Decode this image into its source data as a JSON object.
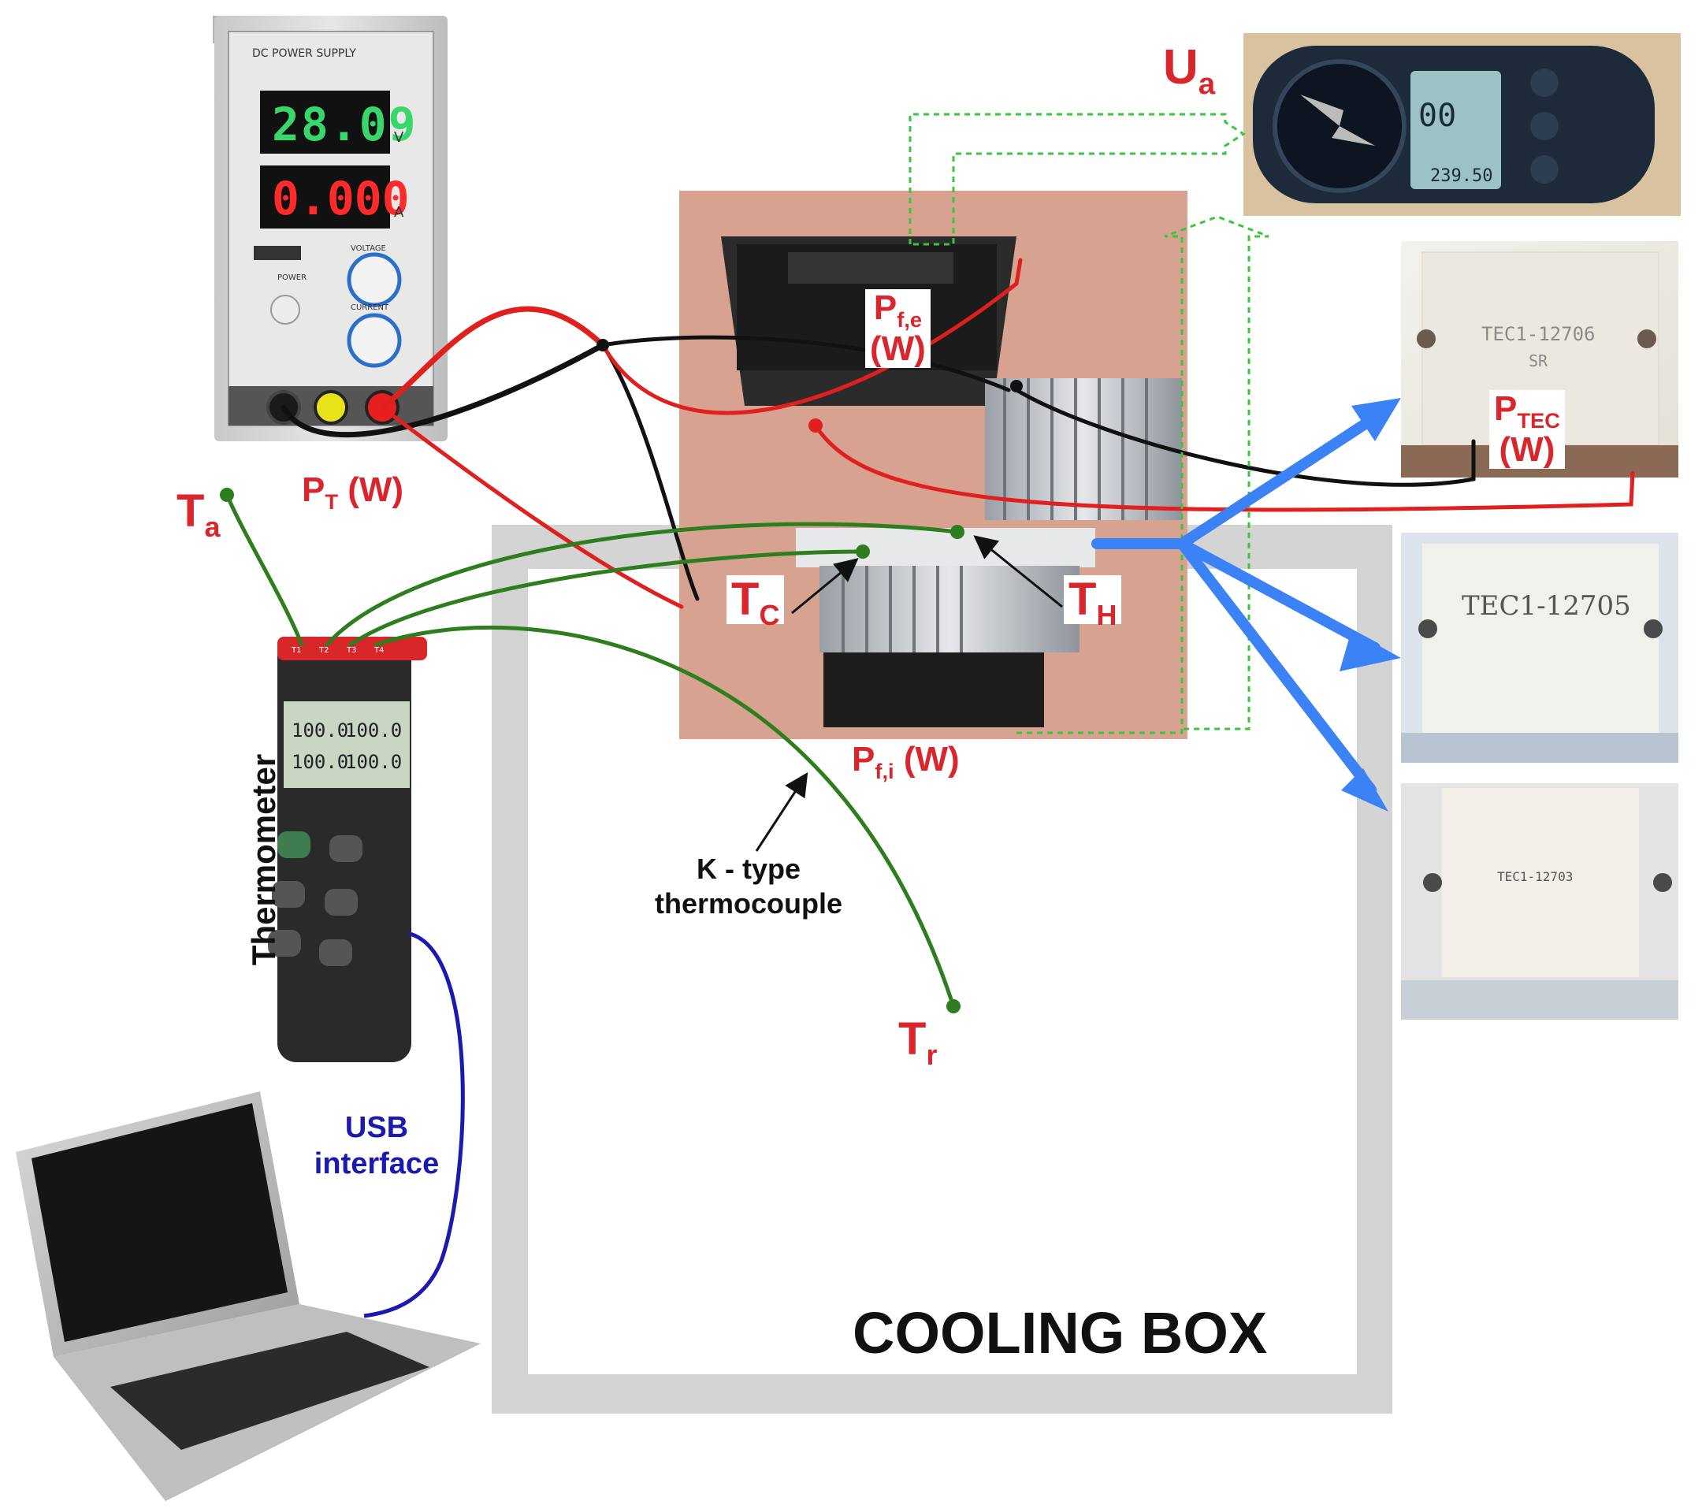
{
  "labels": {
    "ua": {
      "main": "U",
      "sub": "a"
    },
    "pfe": {
      "main": "P",
      "sub": "f,e",
      "unit": "(W)"
    },
    "ptec": {
      "main": "P",
      "sub": "TEC",
      "unit": "(W)"
    },
    "pt": {
      "main": "P",
      "sub": "T",
      "unit": " (W)"
    },
    "ta": {
      "main": "T",
      "sub": "a"
    },
    "tc": {
      "main": "T",
      "sub": "C"
    },
    "th": {
      "main": "T",
      "sub": "H"
    },
    "pfi": {
      "main": "P",
      "sub": "f,i",
      "unit": " (W)"
    },
    "tr": {
      "main": "T",
      "sub": "r"
    }
  },
  "annotations": {
    "thermocouple_line1": "K - type",
    "thermocouple_line2": "thermocouple",
    "thermometer": "Thermometer",
    "usb_line1": "USB",
    "usb_line2": "interface",
    "cooling_box": "COOLING BOX"
  },
  "power_supply": {
    "title": "DC POWER SUPPLY",
    "voltage_reading": "28.09",
    "voltage_unit": "V",
    "current_reading": "0.000",
    "current_unit": "A",
    "knob_voltage": "VOLTAGE",
    "knob_current": "CURRENT",
    "power_label": "POWER"
  },
  "tec_modules": [
    {
      "model": "TEC1-12706",
      "extra": "SR"
    },
    {
      "model": "TEC1-12705",
      "extra": ""
    },
    {
      "model": "TEC1-12703",
      "extra": ""
    }
  ],
  "thermometer_device": {
    "channels": [
      "T1",
      "T2",
      "T3",
      "T4"
    ],
    "readings": [
      "100.0",
      "100.0",
      "100.0",
      "100.0"
    ]
  },
  "anemometer_device": {
    "reading_left": "00",
    "reading_right": "239.50"
  },
  "colors": {
    "label_red": "#d9262c",
    "wire_red": "#e01f1f",
    "wire_black": "#111111",
    "wire_green": "#2e7d1e",
    "wire_blue": "#1a1ab0",
    "arrow_blue": "#3b82f6",
    "flow_green": "#3cc43c",
    "box_gray": "#cfcfcf"
  }
}
